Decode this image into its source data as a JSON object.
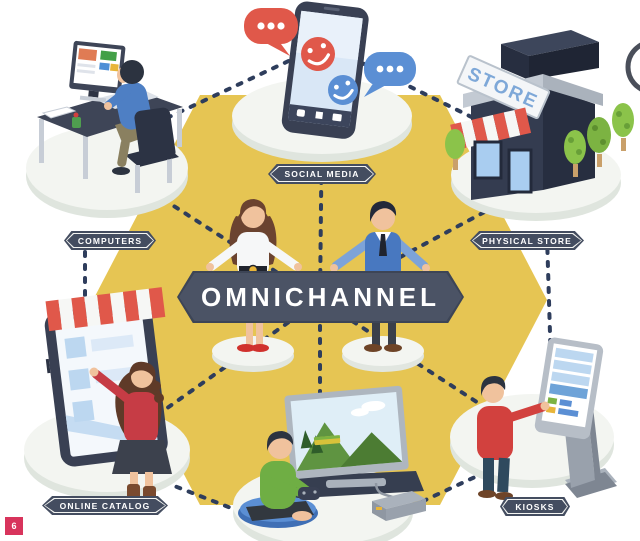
{
  "center": {
    "banner_label": "OMNICHANNEL"
  },
  "nodes": {
    "social_media": {
      "label": "SOCIAL MEDIA"
    },
    "computers": {
      "label": "COMPUTERS"
    },
    "physical_store": {
      "label": "PHYSICAL STORE",
      "sign": "STORE"
    },
    "online_catalog": {
      "label": "ONLINE CATALOG"
    },
    "kiosks": {
      "label": "KIOSKS"
    },
    "gaming_tv": {
      "label": ""
    }
  },
  "page_number": "6",
  "colors": {
    "hexagon_yellow": "#e6c553",
    "banner_slate": "#4b5365",
    "badge_slate": "#444d60",
    "dash_navy": "#2e3d5c",
    "accent_red": "#e0584a",
    "accent_blue": "#5b8fd4",
    "page_badge_red": "#d8345c",
    "platform_white": "#f3f5f1"
  }
}
